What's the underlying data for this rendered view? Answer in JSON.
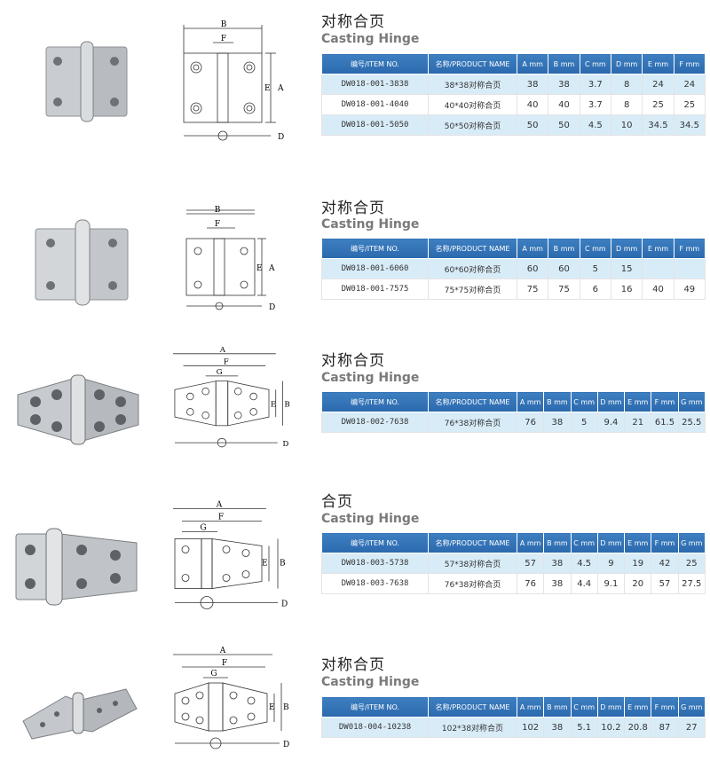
{
  "headers": {
    "seven": [
      "编号/ITEM NO.",
      "名称/PRODUCT NAME",
      "A mm",
      "B mm",
      "C mm",
      "D mm",
      "E mm",
      "F mm"
    ],
    "eight": [
      "编号/ITEM NO.",
      "名称/PRODUCT NAME",
      "A mm",
      "B mm",
      "C mm",
      "D mm",
      "E mm",
      "F mm",
      "G mm"
    ]
  },
  "sections": [
    {
      "title_cn": "对称合页",
      "title_en": "Casting Hinge",
      "photo_icon": "square-hinge-photo-icon",
      "drawing_icon": "square-hinge-drawing-icon",
      "drawing_labels": [
        "B",
        "F",
        "E",
        "A",
        "D"
      ],
      "rows": [
        [
          "DW018-001-3838",
          "38*38对称合页",
          "38",
          "38",
          "3.7",
          "8",
          "24",
          "24"
        ],
        [
          "DW018-001-4040",
          "40*40对称合页",
          "40",
          "40",
          "3.7",
          "8",
          "25",
          "25"
        ],
        [
          "DW018-001-5050",
          "50*50对称合页",
          "50",
          "50",
          "4.5",
          "10",
          "34.5",
          "34.5"
        ]
      ]
    },
    {
      "title_cn": "对称合页",
      "title_en": "Casting Hinge",
      "photo_icon": "square-hinge-photo-icon",
      "drawing_icon": "square-hinge-drawing-icon",
      "drawing_labels": [
        "B",
        "F",
        "E",
        "A",
        "D"
      ],
      "rows": [
        [
          "DW018-001-6060",
          "60*60对称合页",
          "60",
          "60",
          "5",
          "15",
          "",
          ""
        ],
        [
          "DW018-001-7575",
          "75*75对称合页",
          "75",
          "75",
          "6",
          "16",
          "40",
          "49"
        ]
      ]
    },
    {
      "title_cn": "对称合页",
      "title_en": "Casting Hinge",
      "photo_icon": "tapered-hinge-photo-icon",
      "drawing_icon": "tapered-hinge-drawing-icon",
      "drawing_labels": [
        "A",
        "F",
        "G",
        "E",
        "B",
        "D"
      ],
      "rows": [
        [
          "DW018-002-7638",
          "76*38对称合页",
          "76",
          "38",
          "5",
          "9.4",
          "21",
          "61.5",
          "25.5"
        ]
      ]
    },
    {
      "title_cn": "合页",
      "title_en": "Casting Hinge",
      "photo_icon": "half-tapered-hinge-photo-icon",
      "drawing_icon": "half-tapered-hinge-drawing-icon",
      "drawing_labels": [
        "A",
        "F",
        "G",
        "E",
        "B",
        "D"
      ],
      "rows": [
        [
          "DW018-003-5738",
          "57*38对称合页",
          "57",
          "38",
          "4.5",
          "9",
          "19",
          "42",
          "25"
        ],
        [
          "DW018-003-7638",
          "76*38对称合页",
          "76",
          "38",
          "4.4",
          "9.1",
          "20",
          "57",
          "27.5"
        ]
      ]
    },
    {
      "title_cn": "对称合页",
      "title_en": "Casting Hinge",
      "photo_icon": "long-tapered-hinge-photo-icon",
      "drawing_icon": "long-tapered-hinge-drawing-icon",
      "drawing_labels": [
        "A",
        "F",
        "G",
        "E",
        "B",
        "D"
      ],
      "rows": [
        [
          "DW018-004-10238",
          "102*38对称合页",
          "102",
          "38",
          "5.1",
          "10.2",
          "20.8",
          "87",
          "27"
        ]
      ]
    }
  ]
}
